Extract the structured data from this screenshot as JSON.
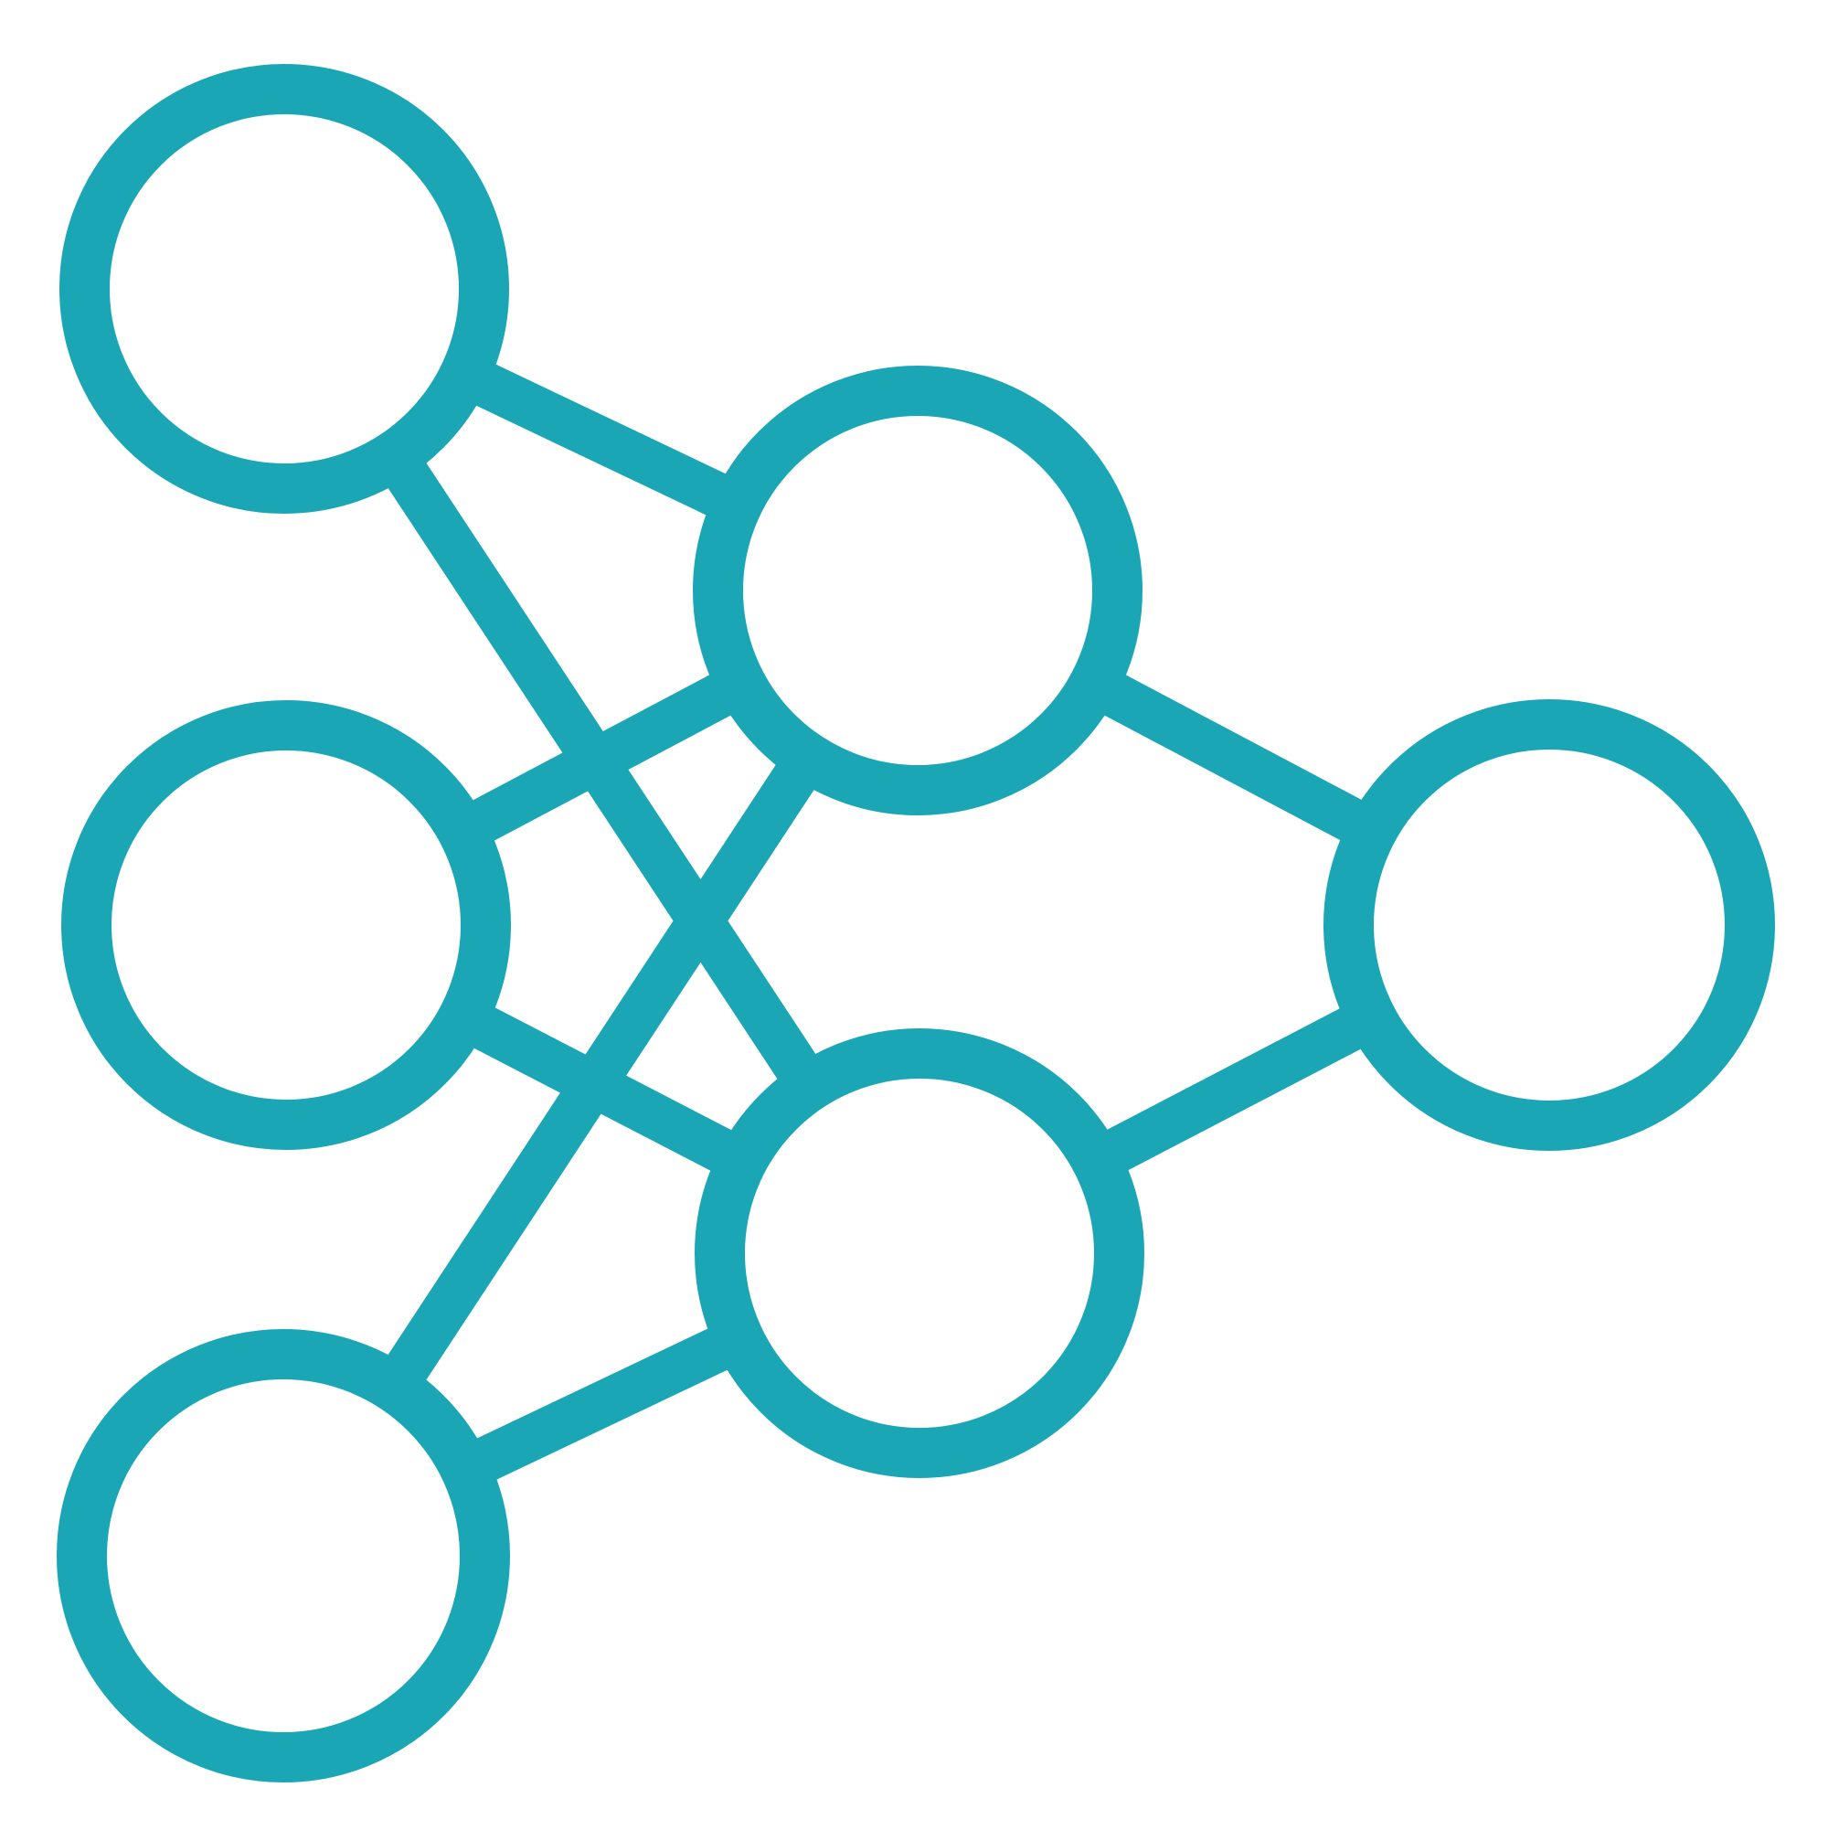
{
  "diagram": {
    "type": "network-graph",
    "icon": "neural-network-icon",
    "color": "#1AA6B5",
    "background": "#FFFFFF",
    "layers": [
      {
        "name": "input",
        "node_count": 3
      },
      {
        "name": "hidden",
        "node_count": 2
      },
      {
        "name": "output",
        "node_count": 1
      }
    ],
    "nodes": [
      {
        "id": "input-1",
        "layer": "input"
      },
      {
        "id": "input-2",
        "layer": "input"
      },
      {
        "id": "input-3",
        "layer": "input"
      },
      {
        "id": "hidden-1",
        "layer": "hidden"
      },
      {
        "id": "hidden-2",
        "layer": "hidden"
      },
      {
        "id": "output-1",
        "layer": "output"
      }
    ],
    "edges": [
      {
        "from": "input-1",
        "to": "hidden-1"
      },
      {
        "from": "input-1",
        "to": "hidden-2"
      },
      {
        "from": "input-2",
        "to": "hidden-1"
      },
      {
        "from": "input-2",
        "to": "hidden-2"
      },
      {
        "from": "input-3",
        "to": "hidden-1"
      },
      {
        "from": "input-3",
        "to": "hidden-2"
      },
      {
        "from": "hidden-1",
        "to": "output-1"
      },
      {
        "from": "hidden-2",
        "to": "output-1"
      }
    ]
  }
}
